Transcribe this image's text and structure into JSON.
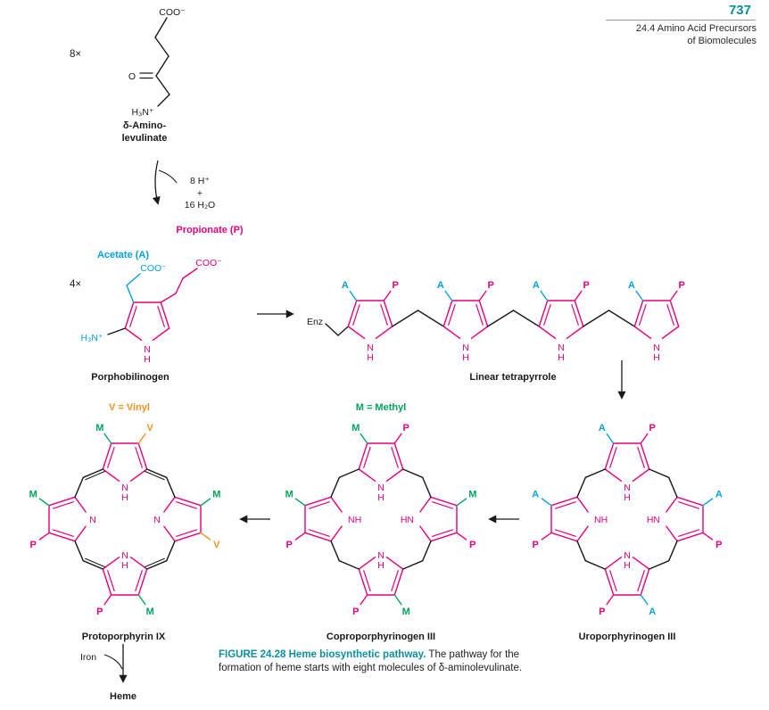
{
  "page": {
    "number": "737",
    "section_line1": "24.4 Amino Acid Precursors",
    "section_line2": "of Biomolecules"
  },
  "counts": {
    "ala": "8×",
    "pbg": "4×"
  },
  "reaction1": {
    "products": [
      "8 H⁺",
      "+",
      "16 H₂O"
    ]
  },
  "legend": {
    "acetate": "Acetate (A)",
    "propionate": "Propionate (P)",
    "vinyl": "V = Vinyl",
    "methyl": "M = Methyl"
  },
  "atoms": {
    "coo": "COO⁻",
    "o": "O",
    "h3n": "H₃N⁺",
    "n": "N",
    "h": "H",
    "nh": "NH",
    "hn": "HN",
    "enz": "Enz"
  },
  "substituents": {
    "A": "A",
    "P": "P",
    "M": "M",
    "V": "V"
  },
  "names": {
    "ala1": "δ-Amino-",
    "ala2": "levulinate",
    "pbg": "Porphobilinogen",
    "linear": "Linear tetrapyrrole",
    "uro": "Uroporphyrinogen III",
    "copro": "Coproporphyrinogen III",
    "proto": "Protoporphyrin IX",
    "iron": "Iron",
    "heme": "Heme"
  },
  "caption": {
    "heading": "FIGURE 24.28 Heme biosynthetic pathway.",
    "body": "The pathway for the formation of heme starts with eight molecules of δ-aminolevulinate."
  },
  "colors": {
    "teal": "#0b8e9f",
    "cyan": "#00a0df",
    "magenta": "#e6007e",
    "green": "#00a45e",
    "orange": "#f59120",
    "ink": "#1a1a1a"
  }
}
